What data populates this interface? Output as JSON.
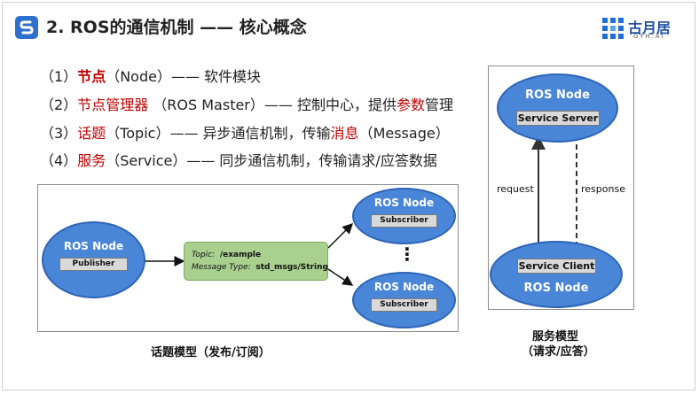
{
  "title": "2. ROS的通信机制 —— 核心概念",
  "logo": {
    "name": "古月居",
    "sub": "GYH.AI"
  },
  "bullets": [
    {
      "num": "（1）",
      "term": "节点",
      "rest": "（Node）—— 软件模块"
    },
    {
      "num": "（2）",
      "term": "节点管理器",
      "mid": " （ROS Master）—— 控制中心，提供",
      "term2": "参数",
      "rest": "管理"
    },
    {
      "num": "（3）",
      "term": "话题",
      "mid": "（Topic）—— 异步通信机制，传输",
      "term2": "消息",
      "rest": "（Message）"
    },
    {
      "num": "（4）",
      "term": "服务",
      "rest": "（Service）—— 同步通信机制，传输请求/应答数据"
    }
  ],
  "topic_diagram": {
    "publisher_node": {
      "title": "ROS Node",
      "tag": "Publisher"
    },
    "subscriber_nodes": [
      {
        "title": "ROS Node",
        "tag": "Subscriber"
      },
      {
        "title": "ROS Node",
        "tag": "Subscriber"
      }
    ],
    "topic_box": {
      "topic_label": "Topic:",
      "topic_value": "/example",
      "type_label": "Message Type:",
      "type_value": "std_msgs/String"
    },
    "ellipsis": "⋮",
    "caption": "话题模型（发布/订阅）"
  },
  "service_diagram": {
    "server_node": {
      "title": "ROS Node",
      "tag": "Service Server"
    },
    "client_node": {
      "title": "ROS Node",
      "tag": "Service Client"
    },
    "request_label": "request",
    "response_label": "response",
    "caption_line1": "服务模型",
    "caption_line2": "（请求/应答）"
  },
  "colors": {
    "accent_red": "#c00000",
    "node_blue": "#4a86d8",
    "topic_green": "#a9d08e",
    "title_icon": "#2f6fd0"
  },
  "icons": {
    "title_icon": "ros-s-logo-icon",
    "logo_icon": "gyh-logo-icon"
  }
}
